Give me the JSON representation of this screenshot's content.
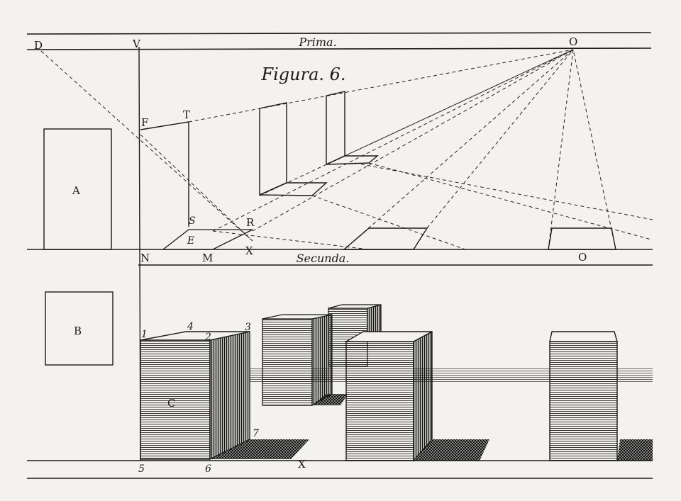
{
  "plate": {
    "title": "Figura. 6.",
    "bands": {
      "prima": "Prima.",
      "secunda": "Secunda."
    },
    "upper_labels": {
      "D": "D",
      "V": "V",
      "O_top": "O",
      "F": "F",
      "T": "T",
      "A": "A",
      "S": "S",
      "R": "R",
      "E": "E",
      "N": "N",
      "M": "M",
      "X_mid": "X",
      "O_mid": "O"
    },
    "lower_labels": {
      "B": "B",
      "C": "C",
      "n1": "1",
      "n4": "4",
      "n2": "2",
      "n3": "3",
      "n7": "7",
      "n5": "5",
      "n6": "6",
      "X_bottom": "X"
    }
  }
}
